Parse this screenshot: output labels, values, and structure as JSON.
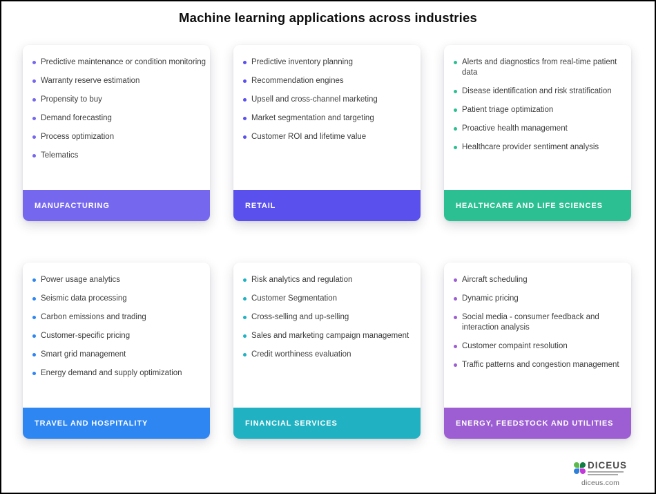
{
  "page": {
    "title": "Machine learning applications across industries"
  },
  "cards": [
    {
      "label": "MANUFACTURING",
      "color": "#7667ef",
      "items": [
        "Predictive maintenance or condition monitoring",
        "Warranty reserve estimation",
        "Propensity to buy",
        "Demand forecasting",
        "Process optimization",
        "Telematics"
      ]
    },
    {
      "label": "RETAIL",
      "color": "#5a50ee",
      "items": [
        "Predictive inventory planning",
        "Recommendation engines",
        "Upsell and cross-channel marketing",
        "Market segmentation and targeting",
        "Customer ROI and lifetime value"
      ]
    },
    {
      "label": "HEALTHCARE AND LIFE SCIENCES",
      "color": "#2bbf92",
      "items": [
        "Alerts and diagnostics from real-time patient data",
        "Disease identification and risk stratification",
        "Patient triage optimization",
        "Proactive health management",
        "Healthcare provider sentiment analysis"
      ]
    },
    {
      "label": "TRAVEL AND HOSPITALITY",
      "color": "#2e86f2",
      "items": [
        "Power usage analytics",
        "Seismic data processing",
        "Carbon emissions and trading",
        "Customer-specific pricing",
        "Smart grid management",
        "Energy demand and supply optimization"
      ]
    },
    {
      "label": "FINANCIAL SERVICES",
      "color": "#20b2c2",
      "items": [
        "Risk analytics and regulation",
        "Customer Segmentation",
        "Cross-selling and up-selling",
        "Sales and marketing campaign management",
        "Credit worthiness evaluation"
      ]
    },
    {
      "label": "ENERGY, FEEDSTOCK AND UTILITIES",
      "color": "#9c5ed2",
      "items": [
        "Aircraft scheduling",
        "Dynamic pricing",
        "Social media - consumer feedback and interaction analysis",
        "Customer compaint resolution",
        "Traffic patterns and congestion management"
      ]
    }
  ],
  "logo": {
    "brand": "DICEUS",
    "website": "diceus.com",
    "icon_colors": {
      "top_left": "#5cb94c",
      "top_right": "#0f7d43",
      "bottom_left": "#2f80d8",
      "bottom_right": "#c238d8"
    }
  }
}
